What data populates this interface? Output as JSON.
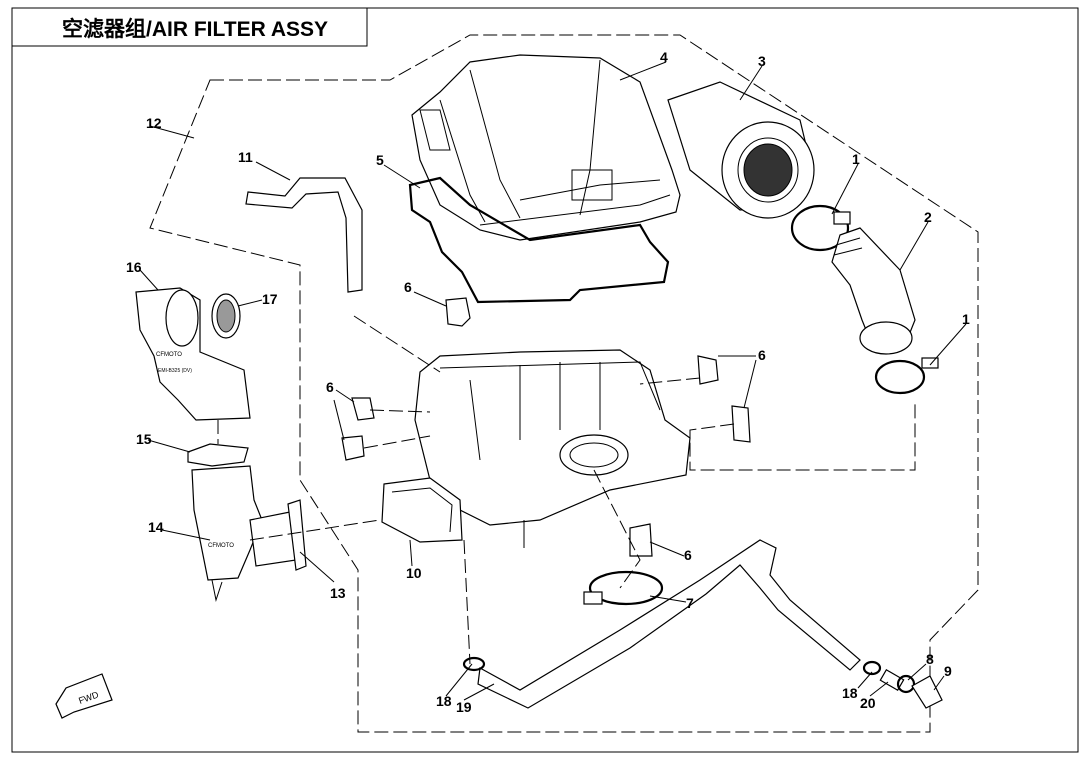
{
  "title": "空滤器组/AIR FILTER ASSY",
  "direction_label": "FWD",
  "callouts": [
    {
      "id": "c1a",
      "label": "1"
    },
    {
      "id": "c1b",
      "label": "1"
    },
    {
      "id": "c2",
      "label": "2"
    },
    {
      "id": "c3",
      "label": "3"
    },
    {
      "id": "c4",
      "label": "4"
    },
    {
      "id": "c5",
      "label": "5"
    },
    {
      "id": "c6a",
      "label": "6"
    },
    {
      "id": "c6b",
      "label": "6"
    },
    {
      "id": "c6c",
      "label": "6"
    },
    {
      "id": "c6d",
      "label": "6"
    },
    {
      "id": "c7",
      "label": "7"
    },
    {
      "id": "c8",
      "label": "8"
    },
    {
      "id": "c9",
      "label": "9"
    },
    {
      "id": "c10",
      "label": "10"
    },
    {
      "id": "c11",
      "label": "11"
    },
    {
      "id": "c12",
      "label": "12"
    },
    {
      "id": "c13",
      "label": "13"
    },
    {
      "id": "c14",
      "label": "14"
    },
    {
      "id": "c15",
      "label": "15"
    },
    {
      "id": "c16",
      "label": "16"
    },
    {
      "id": "c17",
      "label": "17"
    },
    {
      "id": "c18a",
      "label": "18"
    },
    {
      "id": "c18b",
      "label": "18"
    },
    {
      "id": "c19",
      "label": "19"
    },
    {
      "id": "c20",
      "label": "20"
    }
  ],
  "part_markings": {
    "duct_marking_1": "CFMOTO",
    "duct_marking_2": "EMI-B325 (DV)",
    "intake_marking": "CFMOTO"
  }
}
